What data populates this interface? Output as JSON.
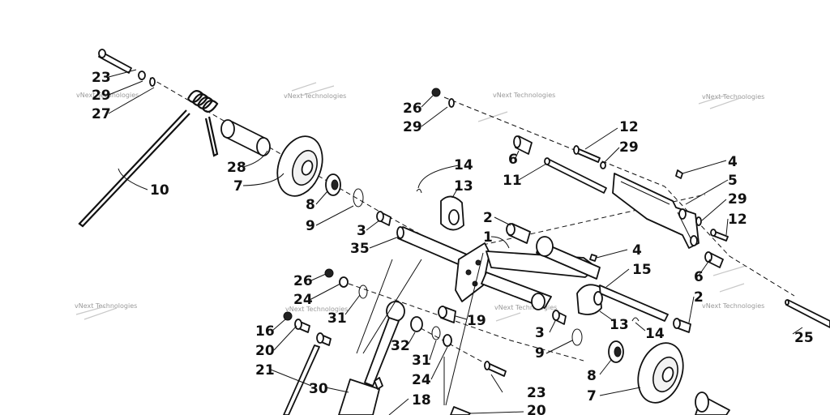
{
  "diagram": {
    "watermark_text": "vNext Technologies",
    "callouts": [
      {
        "id": "c-23-top",
        "text": "23"
      },
      {
        "id": "c-29-top",
        "text": "29"
      },
      {
        "id": "c-27",
        "text": "27"
      },
      {
        "id": "c-10",
        "text": "10"
      },
      {
        "id": "c-28",
        "text": "28"
      },
      {
        "id": "c-7-left",
        "text": "7"
      },
      {
        "id": "c-8-left",
        "text": "8"
      },
      {
        "id": "c-9-left",
        "text": "9"
      },
      {
        "id": "c-3-left",
        "text": "3"
      },
      {
        "id": "c-35",
        "text": "35"
      },
      {
        "id": "c-26-top",
        "text": "26"
      },
      {
        "id": "c-29-mid",
        "text": "29"
      },
      {
        "id": "c-6-top",
        "text": "6"
      },
      {
        "id": "c-11",
        "text": "11"
      },
      {
        "id": "c-12-top",
        "text": "12"
      },
      {
        "id": "c-29-right",
        "text": "29"
      },
      {
        "id": "c-4-top",
        "text": "4"
      },
      {
        "id": "c-5",
        "text": "5"
      },
      {
        "id": "c-29-far",
        "text": "29"
      },
      {
        "id": "c-12-right",
        "text": "12"
      },
      {
        "id": "c-14-top",
        "text": "14"
      },
      {
        "id": "c-13-top",
        "text": "13"
      },
      {
        "id": "c-2-mid",
        "text": "2"
      },
      {
        "id": "c-1",
        "text": "1"
      },
      {
        "id": "c-4-mid",
        "text": "4"
      },
      {
        "id": "c-15",
        "text": "15"
      },
      {
        "id": "c-6-right",
        "text": "6"
      },
      {
        "id": "c-2-right",
        "text": "2"
      },
      {
        "id": "c-25",
        "text": "25"
      },
      {
        "id": "c-26-low",
        "text": "26"
      },
      {
        "id": "c-24-low",
        "text": "24"
      },
      {
        "id": "c-31-left",
        "text": "31"
      },
      {
        "id": "c-16",
        "text": "16"
      },
      {
        "id": "c-20-left",
        "text": "20"
      },
      {
        "id": "c-21",
        "text": "21"
      },
      {
        "id": "c-30",
        "text": "30"
      },
      {
        "id": "c-19",
        "text": "19"
      },
      {
        "id": "c-32",
        "text": "32"
      },
      {
        "id": "c-31-mid",
        "text": "31"
      },
      {
        "id": "c-24-mid",
        "text": "24"
      },
      {
        "id": "c-18",
        "text": "18"
      },
      {
        "id": "c-20-bottom",
        "text": "20"
      },
      {
        "id": "c-23-bottom",
        "text": "23"
      },
      {
        "id": "c-3-right",
        "text": "3"
      },
      {
        "id": "c-9-right",
        "text": "9"
      },
      {
        "id": "c-13-right",
        "text": "13"
      },
      {
        "id": "c-14-right",
        "text": "14"
      },
      {
        "id": "c-8-right",
        "text": "8"
      },
      {
        "id": "c-7-right",
        "text": "7"
      }
    ]
  }
}
